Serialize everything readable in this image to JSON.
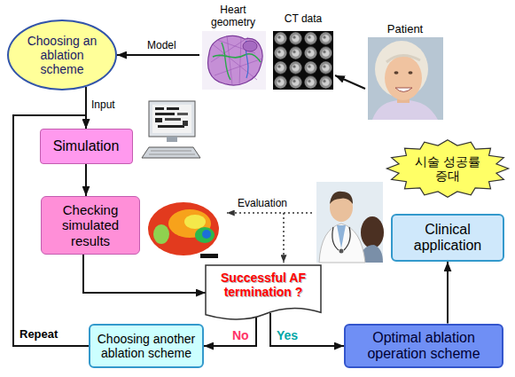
{
  "diagram": {
    "nodes": [
      {
        "text": [
          "Choosing an ablation scheme"
        ]
      },
      {
        "text": [
          "Heart geometry"
        ]
      },
      {
        "text": [
          "CT data"
        ]
      },
      {
        "text": [
          "Patient"
        ]
      },
      {
        "text": [
          "Simulation"
        ]
      },
      {
        "text": [
          "Checking simulated results"
        ]
      },
      {
        "text": [
          "Successful AF termination ?"
        ]
      },
      {
        "text": [
          "Choosing another ablation scheme"
        ]
      },
      {
        "text": [
          "Optimal ablation operation scheme"
        ]
      },
      {
        "text": [
          "시술 성공률 증대"
        ]
      },
      {
        "text": [
          "Clinical application"
        ]
      }
    ],
    "edges": [
      {
        "from": 1,
        "to": 0,
        "label": "Model",
        "arrow": "to"
      },
      {
        "from": 3,
        "to": 2,
        "arrow": "to"
      },
      {
        "from": 0,
        "to": 4,
        "label": "Input",
        "arrow": "to"
      },
      {
        "from": 4,
        "to": 5,
        "arrow": "to"
      },
      {
        "from": 5,
        "to": 6,
        "arrow": "to"
      },
      {
        "from": 6,
        "to": 7,
        "label": "No",
        "arrow": "to"
      },
      {
        "from": 6,
        "to": 8,
        "label": "Yes",
        "arrow": "to"
      },
      {
        "from": 7,
        "to": 4,
        "label": "Repeat",
        "arrow": "to"
      },
      {
        "from": 8,
        "to": 10,
        "arrow": "to"
      }
    ],
    "labels": [
      "Evaluation"
    ]
  }
}
